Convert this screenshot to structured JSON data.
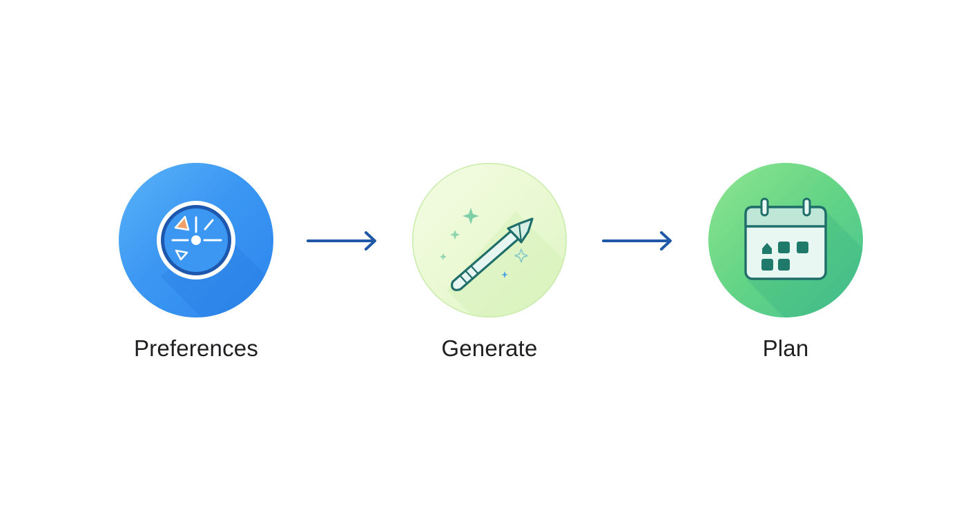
{
  "steps": [
    {
      "label": "Preferences",
      "icon": "dial-icon",
      "color": "#3b97f2"
    },
    {
      "label": "Generate",
      "icon": "magic-wand-icon",
      "color": "#eaf9d3"
    },
    {
      "label": "Plan",
      "icon": "calendar-icon",
      "color": "#63d486"
    }
  ],
  "connectors": [
    {
      "icon": "arrow-right-icon",
      "color": "#2058a8"
    },
    {
      "icon": "arrow-right-icon",
      "color": "#2058a8"
    }
  ]
}
